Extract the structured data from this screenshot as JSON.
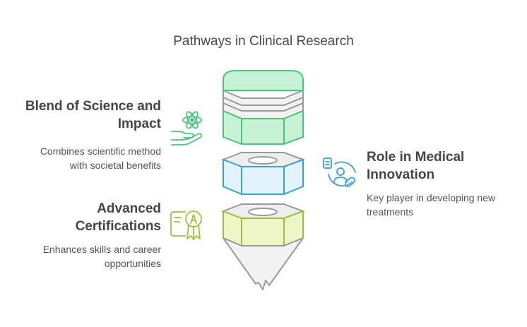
{
  "title": "Pathways in Clinical Research",
  "colors": {
    "green_stroke": "#4cc47a",
    "green_fill": "#c8f2d6",
    "blue_stroke": "#3a9fd9",
    "blue_fill": "#e3f4fd",
    "lime_stroke": "#9cc23b",
    "lime_fill": "#eef5c6",
    "gray_stroke": "#9a9a9a",
    "gray_fill": "#eeeeee"
  },
  "items": {
    "science": {
      "heading_line1": "Blend of Science and",
      "heading_line2": "Impact",
      "desc_line1": "Combines scientific method",
      "desc_line2": "with societal benefits",
      "icon": "atom-hand-icon"
    },
    "role": {
      "heading_line1": "Role in Medical",
      "heading_line2": "Innovation",
      "desc_line1": "Key player in developing new",
      "desc_line2": "treatments",
      "icon": "doctor-pill-icon"
    },
    "certs": {
      "heading_line1": "Advanced",
      "heading_line2": "Certifications",
      "desc_line1": "Enhances skills and career",
      "desc_line2": "opportunities",
      "icon": "certificate-award-icon"
    }
  }
}
